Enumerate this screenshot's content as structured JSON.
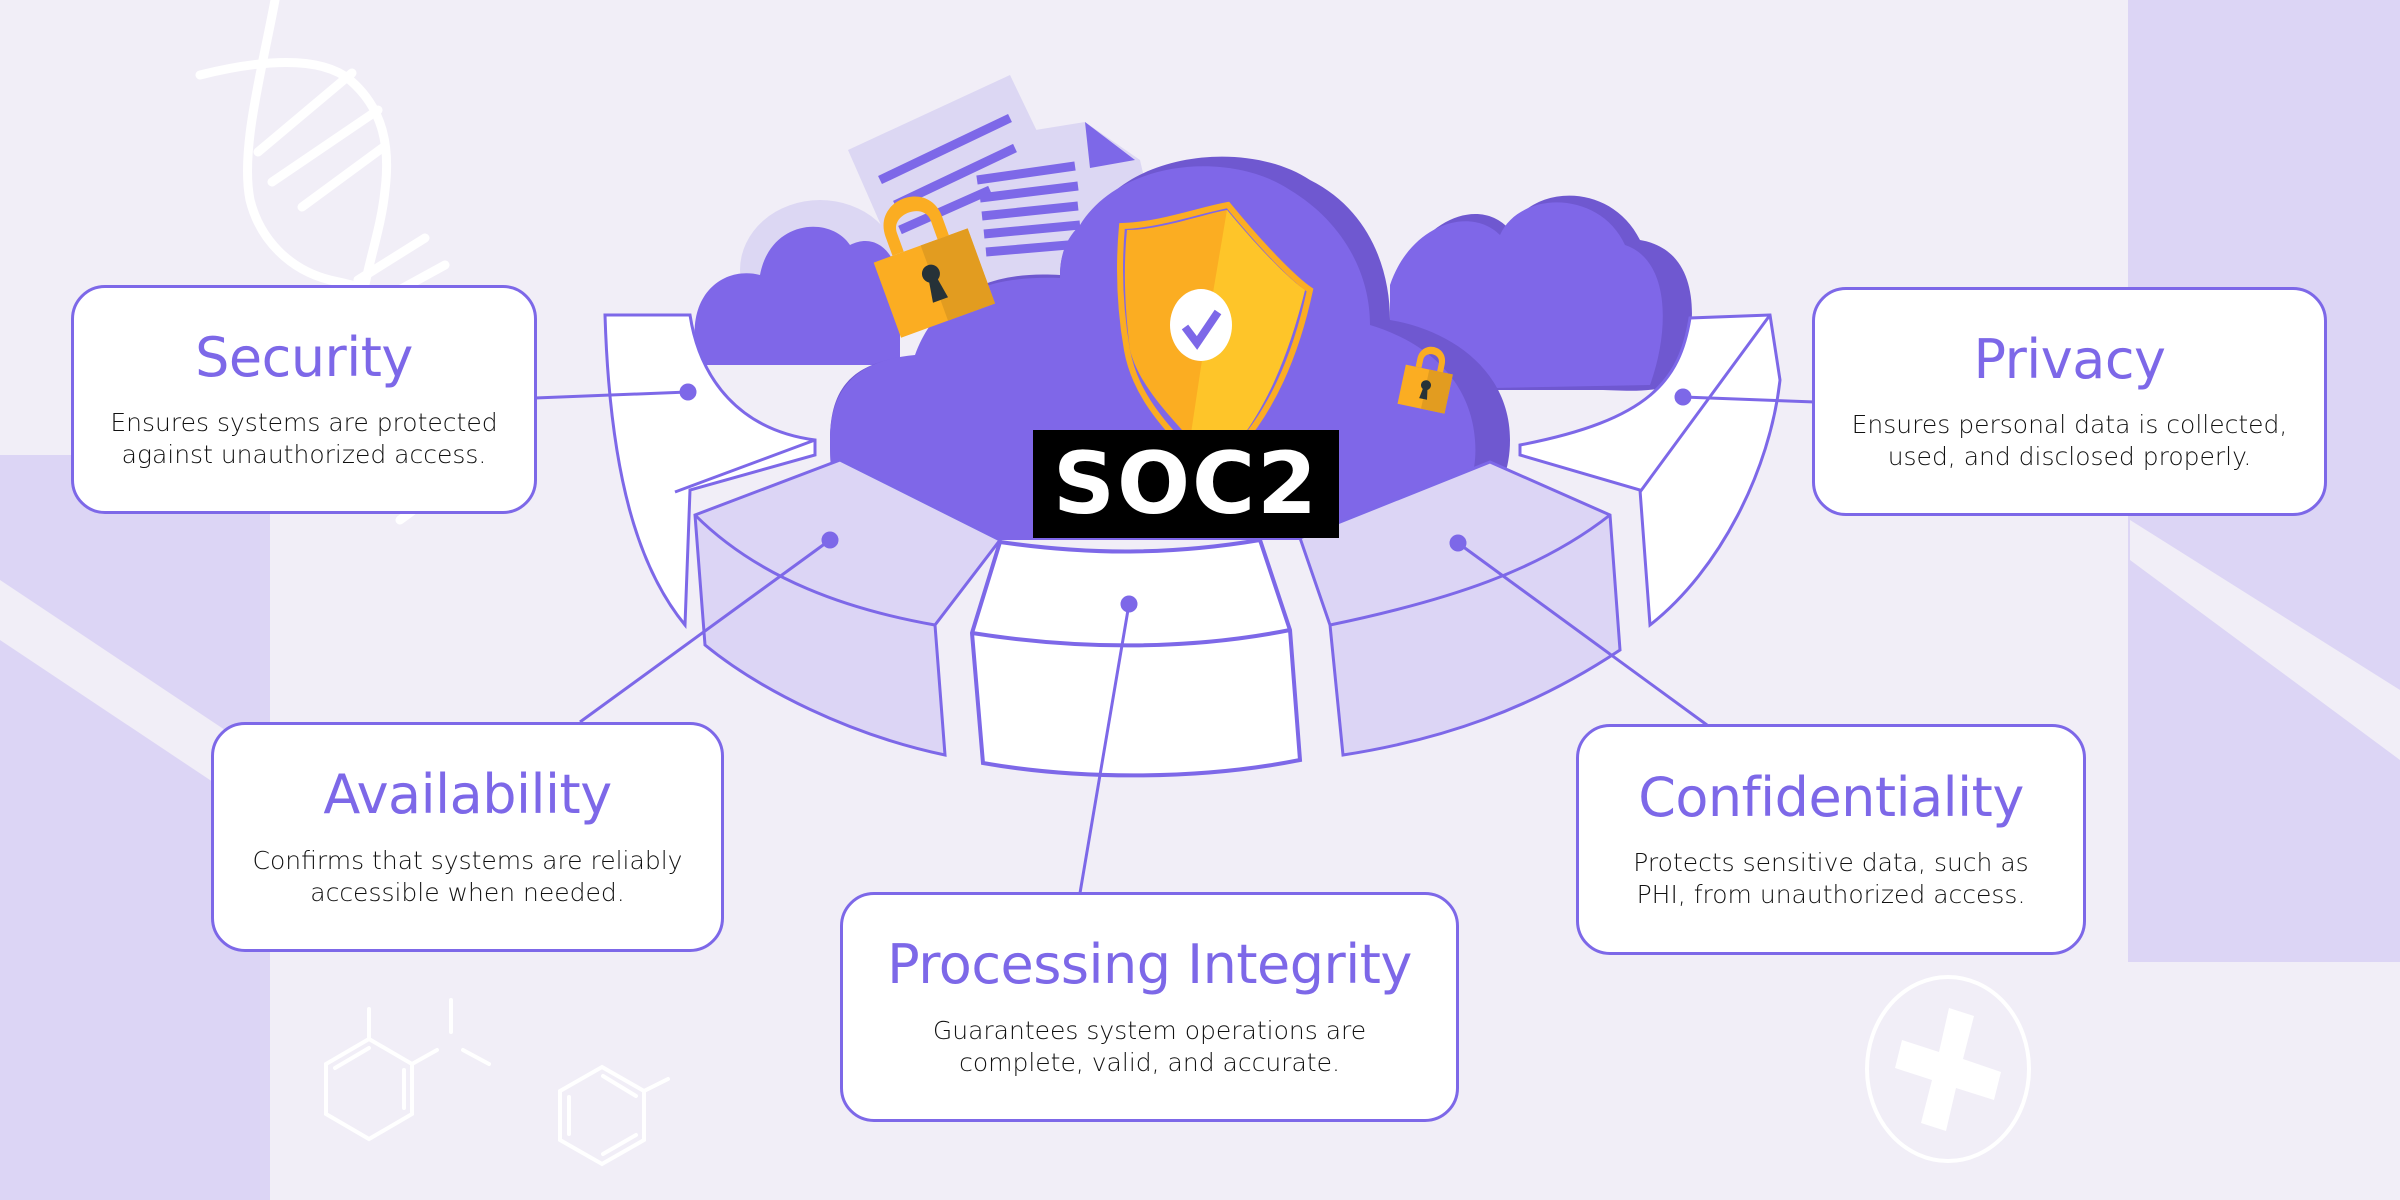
{
  "title": "SOC2",
  "colors": {
    "background": "#f1eef7",
    "panel": "#dcd5f5",
    "accent": "#7d68e8",
    "cloud": "#7f67e8",
    "cloud_shadow": "#6f58d0",
    "gold": "#fbad22",
    "gold_dark": "#e29c20",
    "badge_bg": "#000000",
    "badge_text": "#ffffff"
  },
  "criteria": [
    {
      "title": "Security",
      "description": "Ensures systems are protected\nagainst unauthorized access."
    },
    {
      "title": "Privacy",
      "description": "Ensures personal data is collected,\nused, and disclosed properly."
    },
    {
      "title": "Availability",
      "description": "Confirms that systems are reliably\naccessible when needed."
    },
    {
      "title": "Processing Integrity",
      "description": "Guarantees system operations are\ncomplete, valid, and accurate."
    },
    {
      "title": "Confidentiality",
      "description": "Protects sensitive data, such as\nPHI, from unauthorized access."
    }
  ],
  "icons": {
    "center_shield": "shield-check-icon",
    "padlocks": [
      "padlock-icon-large",
      "padlock-icon-small"
    ],
    "documents": "documents-icon",
    "decor": [
      "dna-helix-icon",
      "molecule-icon",
      "benzene-icon",
      "medical-cross-icon"
    ]
  }
}
